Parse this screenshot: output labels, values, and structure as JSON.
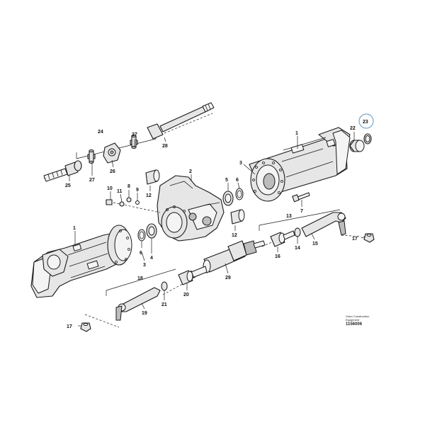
{
  "callouts": [
    {
      "id": "c1a",
      "text": "1"
    },
    {
      "id": "c1b",
      "text": "1"
    },
    {
      "id": "c2",
      "text": "2"
    },
    {
      "id": "c3a",
      "text": "3"
    },
    {
      "id": "c3b",
      "text": "3"
    },
    {
      "id": "c4",
      "text": "4"
    },
    {
      "id": "c5",
      "text": "5"
    },
    {
      "id": "c6a",
      "text": "6"
    },
    {
      "id": "c6b",
      "text": "6"
    },
    {
      "id": "c7",
      "text": "7"
    },
    {
      "id": "c8",
      "text": "8"
    },
    {
      "id": "c9",
      "text": "9"
    },
    {
      "id": "c10",
      "text": "10"
    },
    {
      "id": "c11",
      "text": "11"
    },
    {
      "id": "c12a",
      "text": "12"
    },
    {
      "id": "c12b",
      "text": "12"
    },
    {
      "id": "c13",
      "text": "13"
    },
    {
      "id": "c14",
      "text": "14"
    },
    {
      "id": "c15",
      "text": "15"
    },
    {
      "id": "c16",
      "text": "16"
    },
    {
      "id": "c17a",
      "text": "17"
    },
    {
      "id": "c17b",
      "text": "17"
    },
    {
      "id": "c18",
      "text": "18"
    },
    {
      "id": "c19",
      "text": "19"
    },
    {
      "id": "c20",
      "text": "20"
    },
    {
      "id": "c21",
      "text": "21"
    },
    {
      "id": "c22",
      "text": "22"
    },
    {
      "id": "c23",
      "text": "23"
    },
    {
      "id": "c24",
      "text": "24"
    },
    {
      "id": "c25",
      "text": "25"
    },
    {
      "id": "c26",
      "text": "26"
    },
    {
      "id": "c27a",
      "text": "27"
    },
    {
      "id": "c27b",
      "text": "27"
    },
    {
      "id": "c28",
      "text": "28"
    },
    {
      "id": "c29",
      "text": "29"
    }
  ],
  "reference": {
    "line1": "Volvo Construction",
    "line2": "Equipment",
    "code": "1156006"
  },
  "highlight_part": "23",
  "highlight_color": "#7aa6c9"
}
